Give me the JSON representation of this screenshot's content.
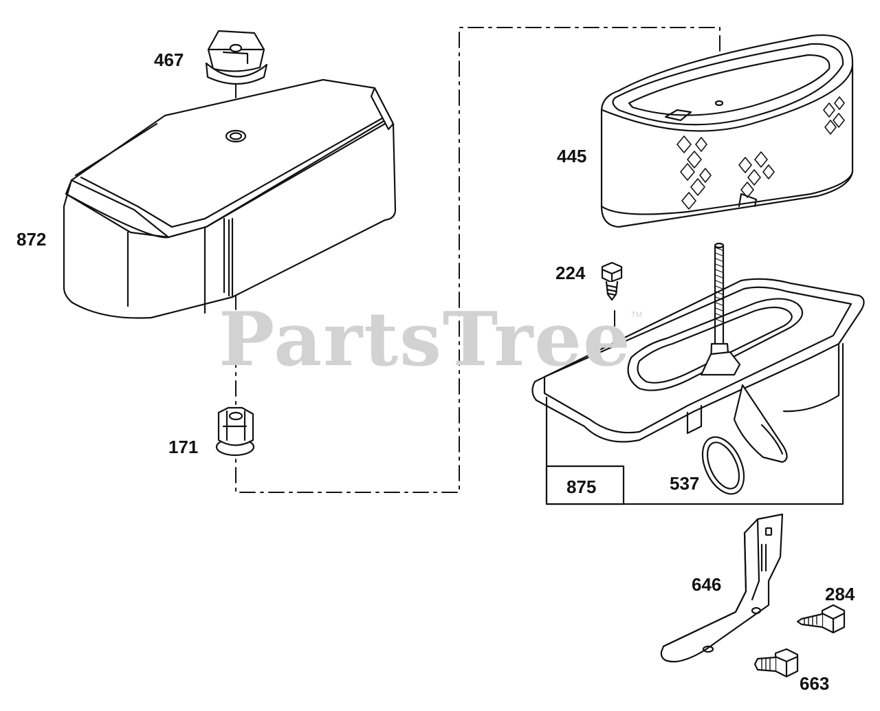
{
  "watermark": {
    "text": "PartsTree",
    "trademark": "TM"
  },
  "parts": [
    {
      "id": "467",
      "name": "knob"
    },
    {
      "id": "872",
      "name": "air-cleaner-cover"
    },
    {
      "id": "171",
      "name": "seal-grommet"
    },
    {
      "id": "445",
      "name": "air-filter-cartridge"
    },
    {
      "id": "224",
      "name": "screw"
    },
    {
      "id": "875",
      "name": "air-cleaner-base-kit"
    },
    {
      "id": "537",
      "name": "o-ring-gasket"
    },
    {
      "id": "646",
      "name": "bracket"
    },
    {
      "id": "284",
      "name": "screw"
    },
    {
      "id": "663",
      "name": "bolt"
    }
  ],
  "colors": {
    "line": "#111111",
    "watermark": "#d2d2d2",
    "background": "#ffffff"
  }
}
